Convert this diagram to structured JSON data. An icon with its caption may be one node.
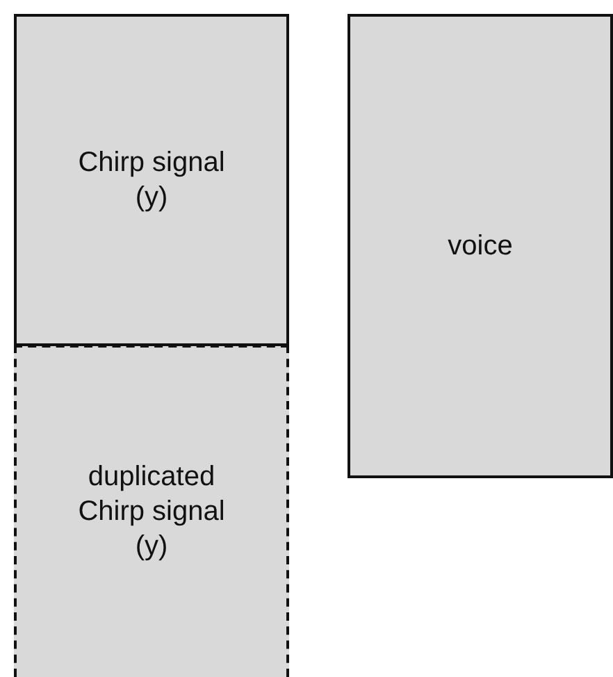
{
  "diagram": {
    "nodes": [
      {
        "text": [
          "Chirp signal (y)"
        ]
      },
      {
        "text": [
          "duplicated Chirp signal (y)"
        ]
      },
      {
        "text": [
          "voice"
        ]
      }
    ]
  }
}
